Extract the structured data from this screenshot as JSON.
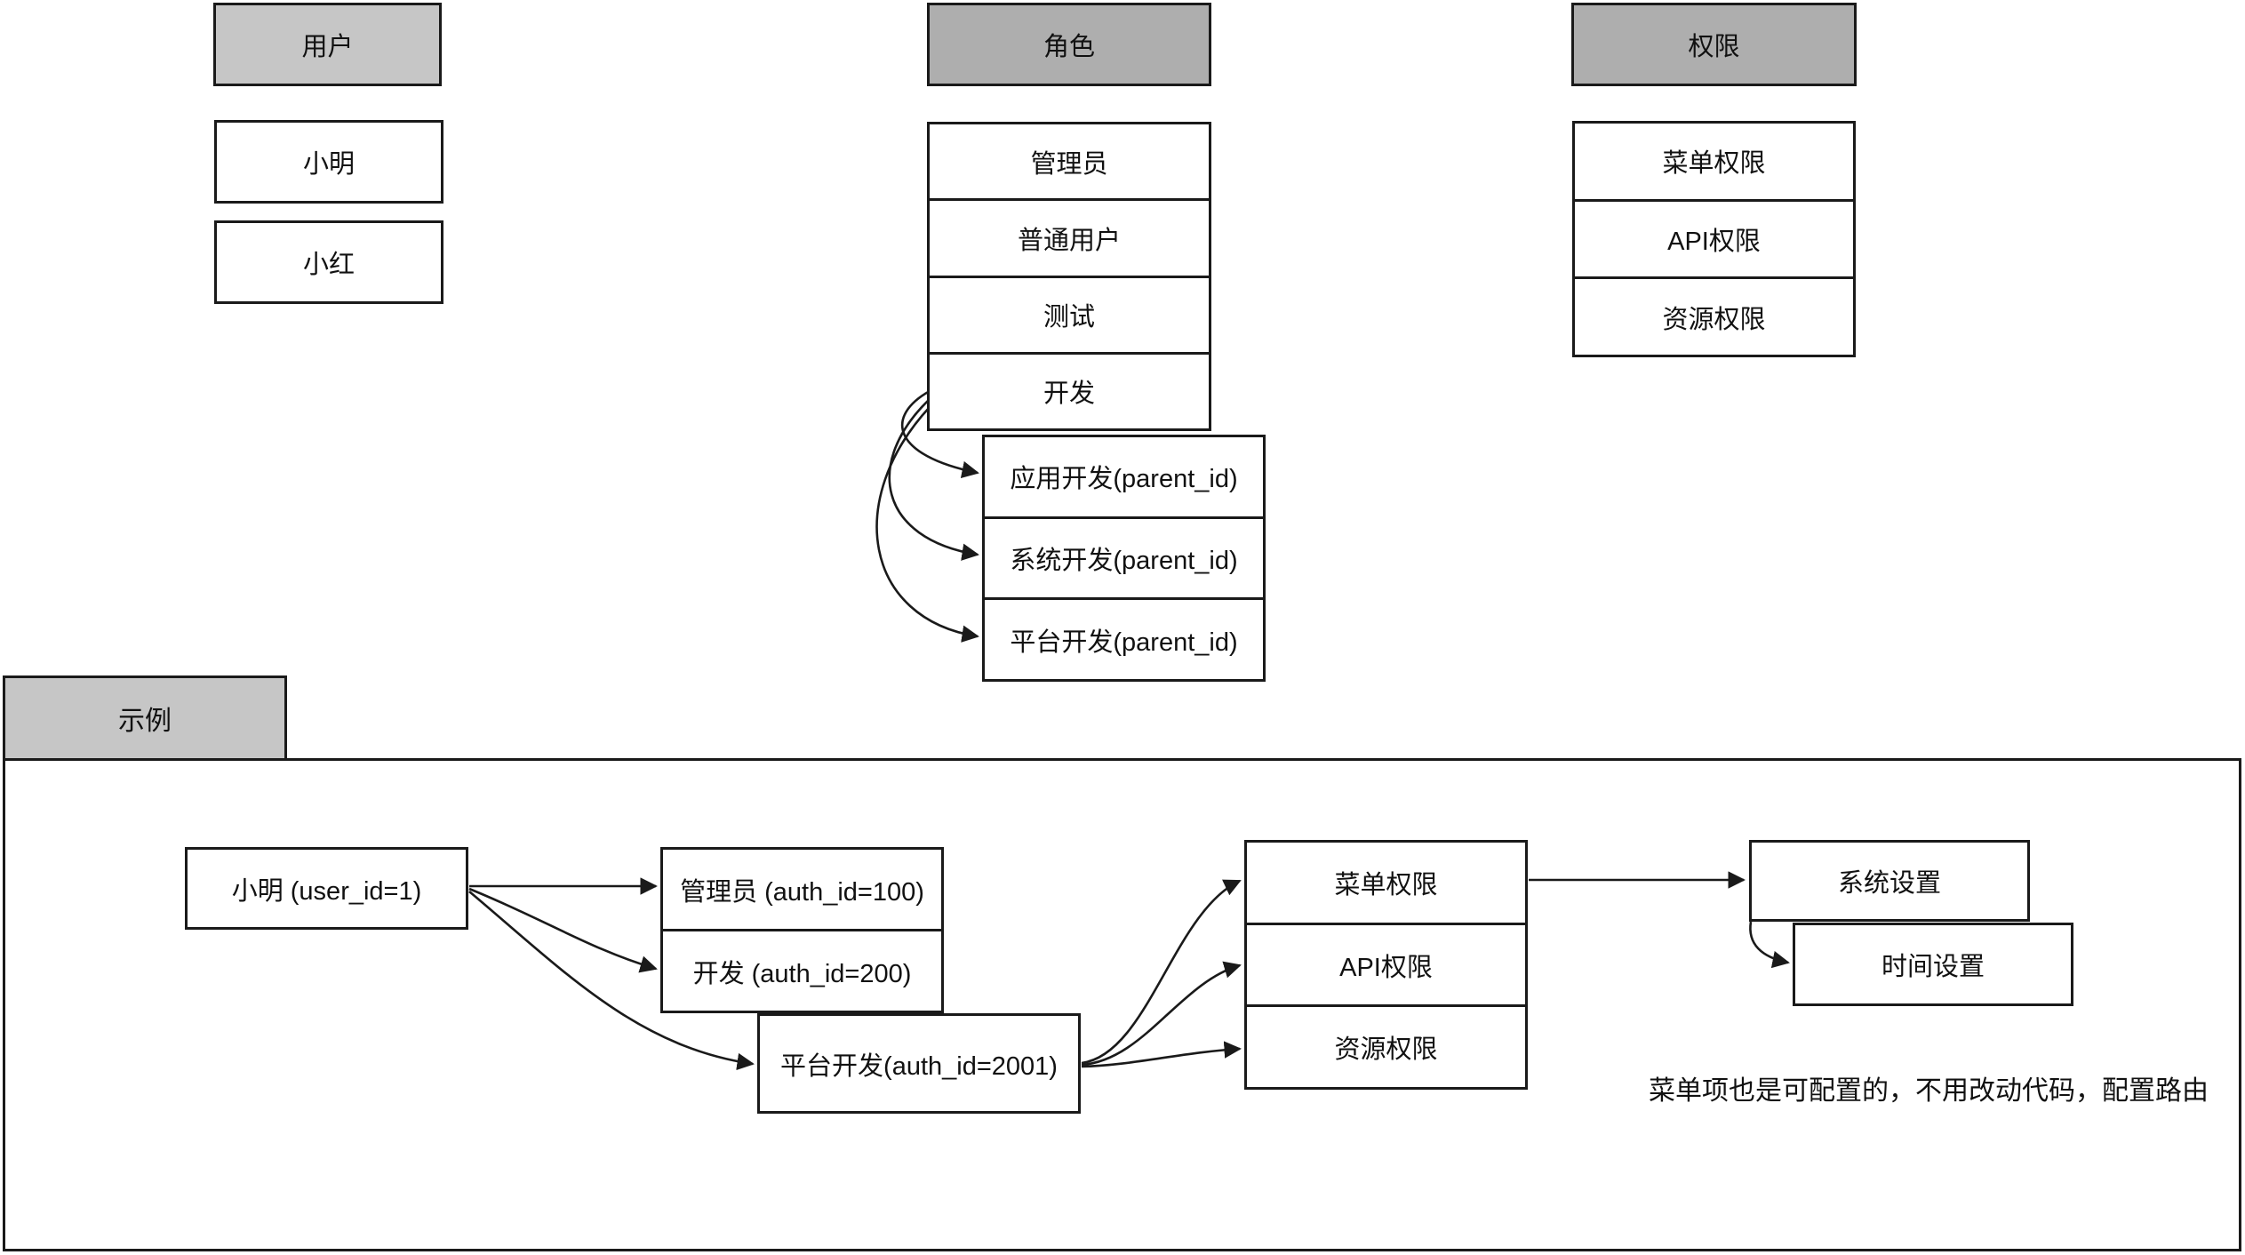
{
  "colors": {
    "header_dark": "#aeaeae",
    "header_light": "#c6c6c6",
    "border": "#1a1a1a",
    "background": "#ffffff",
    "text": "#111111"
  },
  "users_column": {
    "header": "用户",
    "items": [
      "小明",
      "小红"
    ]
  },
  "roles_column": {
    "header": "角色",
    "items": [
      "管理员",
      "普通用户",
      "测试",
      "开发"
    ],
    "dev_sub_roles": [
      "应用开发(parent_id)",
      "系统开发(parent_id)",
      "平台开发(parent_id)"
    ]
  },
  "permissions_column": {
    "header": "权限",
    "items": [
      "菜单权限",
      "API权限",
      "资源权限"
    ]
  },
  "example": {
    "tab_label": "示例",
    "user_node": "小明 (user_id=1)",
    "role_nodes": [
      "管理员 (auth_id=100)",
      "开发 (auth_id=200)"
    ],
    "platform_role_node": "平台开发(auth_id=2001)",
    "permission_nodes": [
      "菜单权限",
      "API权限",
      "资源权限"
    ],
    "menu_nodes": [
      "系统设置",
      "时间设置"
    ],
    "note": "菜单项也是可配置的，不用改动代码，配置路由"
  }
}
